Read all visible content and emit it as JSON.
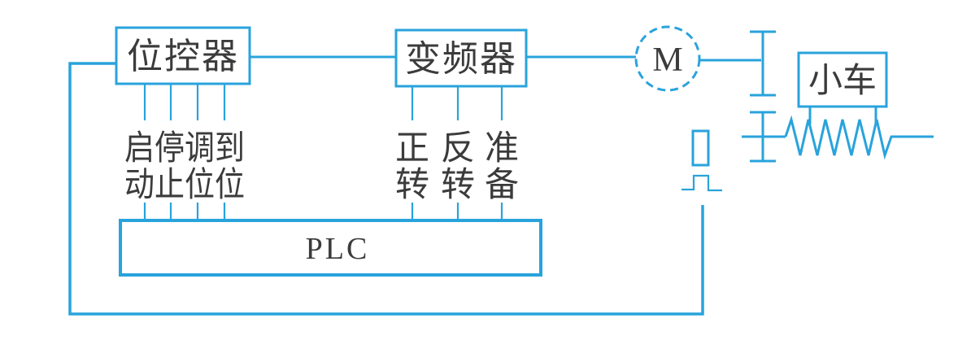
{
  "blocks": {
    "position_controller": "位控器",
    "inverter": "变频器",
    "motor": "M",
    "cart": "小车",
    "plc": "PLC"
  },
  "signals": {
    "plc_inputs": {
      "row1": "启停调到",
      "row2": "动止位位"
    },
    "plc_outputs": {
      "forward_top": "正",
      "forward_bottom": "转",
      "reverse_top": "反",
      "reverse_bottom": "转",
      "ready_top": "准",
      "ready_bottom": "备"
    }
  },
  "colors": {
    "line": "#29a3dc",
    "ink": "#3b3b3b",
    "bg": "#ffffff"
  }
}
